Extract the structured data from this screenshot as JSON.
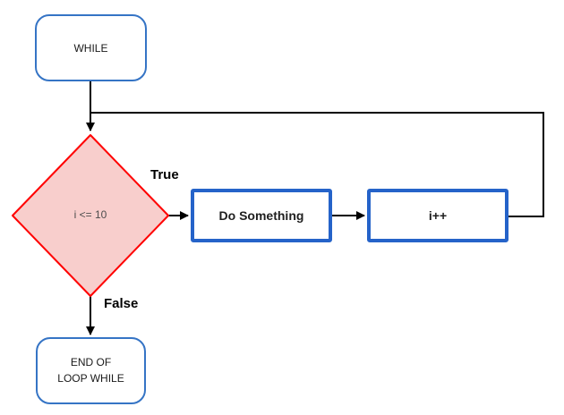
{
  "diagram": {
    "type": "flowchart",
    "nodes": {
      "start": {
        "kind": "terminal",
        "label": "WHILE"
      },
      "condition": {
        "kind": "decision",
        "label": "i <= 10"
      },
      "process1": {
        "kind": "process",
        "label": "Do Something"
      },
      "process2": {
        "kind": "process",
        "label": "i++"
      },
      "end": {
        "kind": "terminal",
        "label_line1": "END OF",
        "label_line2": "LOOP WHILE"
      }
    },
    "edges": [
      {
        "from": "start",
        "to": "condition",
        "label": ""
      },
      {
        "from": "condition",
        "to": "process1",
        "label": "True"
      },
      {
        "from": "process1",
        "to": "process2",
        "label": ""
      },
      {
        "from": "process2",
        "to": "condition",
        "label": "",
        "route": "right-up-left loopback"
      },
      {
        "from": "condition",
        "to": "end",
        "label": "False"
      }
    ],
    "colors": {
      "terminal_border": "#3574c5",
      "process_border": "#2563c9",
      "decision_border": "#ff0000",
      "decision_fill": "#f8cecc",
      "connector": "#000000",
      "edge_label_text": "#000000",
      "node_text": "#1a1a1a",
      "condition_text": "#4d4d4d",
      "background": "#ffffff"
    }
  }
}
